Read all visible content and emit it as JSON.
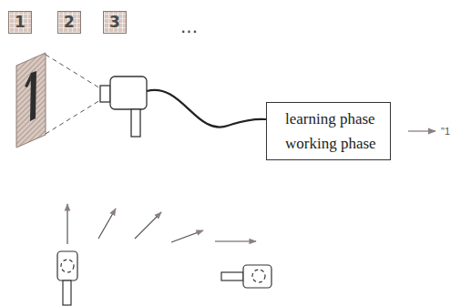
{
  "diagram": {
    "nodes": [
      {
        "text": [
          "1"
        ]
      },
      {
        "text": [
          "2"
        ]
      },
      {
        "text": [
          "3"
        ]
      },
      {
        "text": [
          "learning phase",
          "working phase"
        ]
      }
    ],
    "labels": [
      "...",
      "\"1"
    ]
  }
}
